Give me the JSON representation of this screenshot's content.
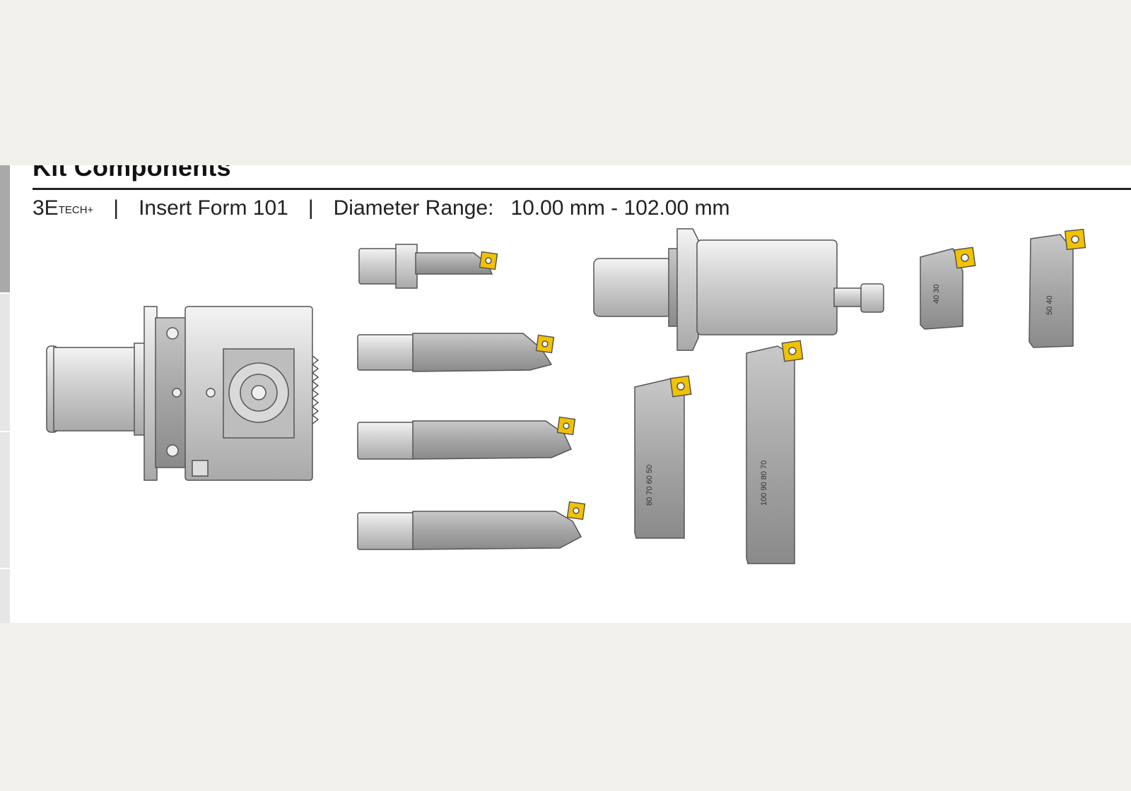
{
  "document": {
    "section_title": "Kit Components",
    "brand": "3E",
    "brand_superscript": "TECH+",
    "separator": "|",
    "insert_form": "Insert Form 101",
    "diameter_label": "Diameter Range:",
    "diameter_range": "10.00 mm - 102.00 mm"
  },
  "scales": {
    "small_head_a": "40 30",
    "small_head_b": "50 40",
    "bar_medium": "80 70 60 50",
    "bar_large": "100 90 80 70"
  },
  "colors": {
    "background": "#f1f0eb",
    "panel": "#ffffff",
    "tool_body": "#c9c9c9",
    "tool_outline": "#5a5a5a",
    "insert": "#f2c200"
  }
}
